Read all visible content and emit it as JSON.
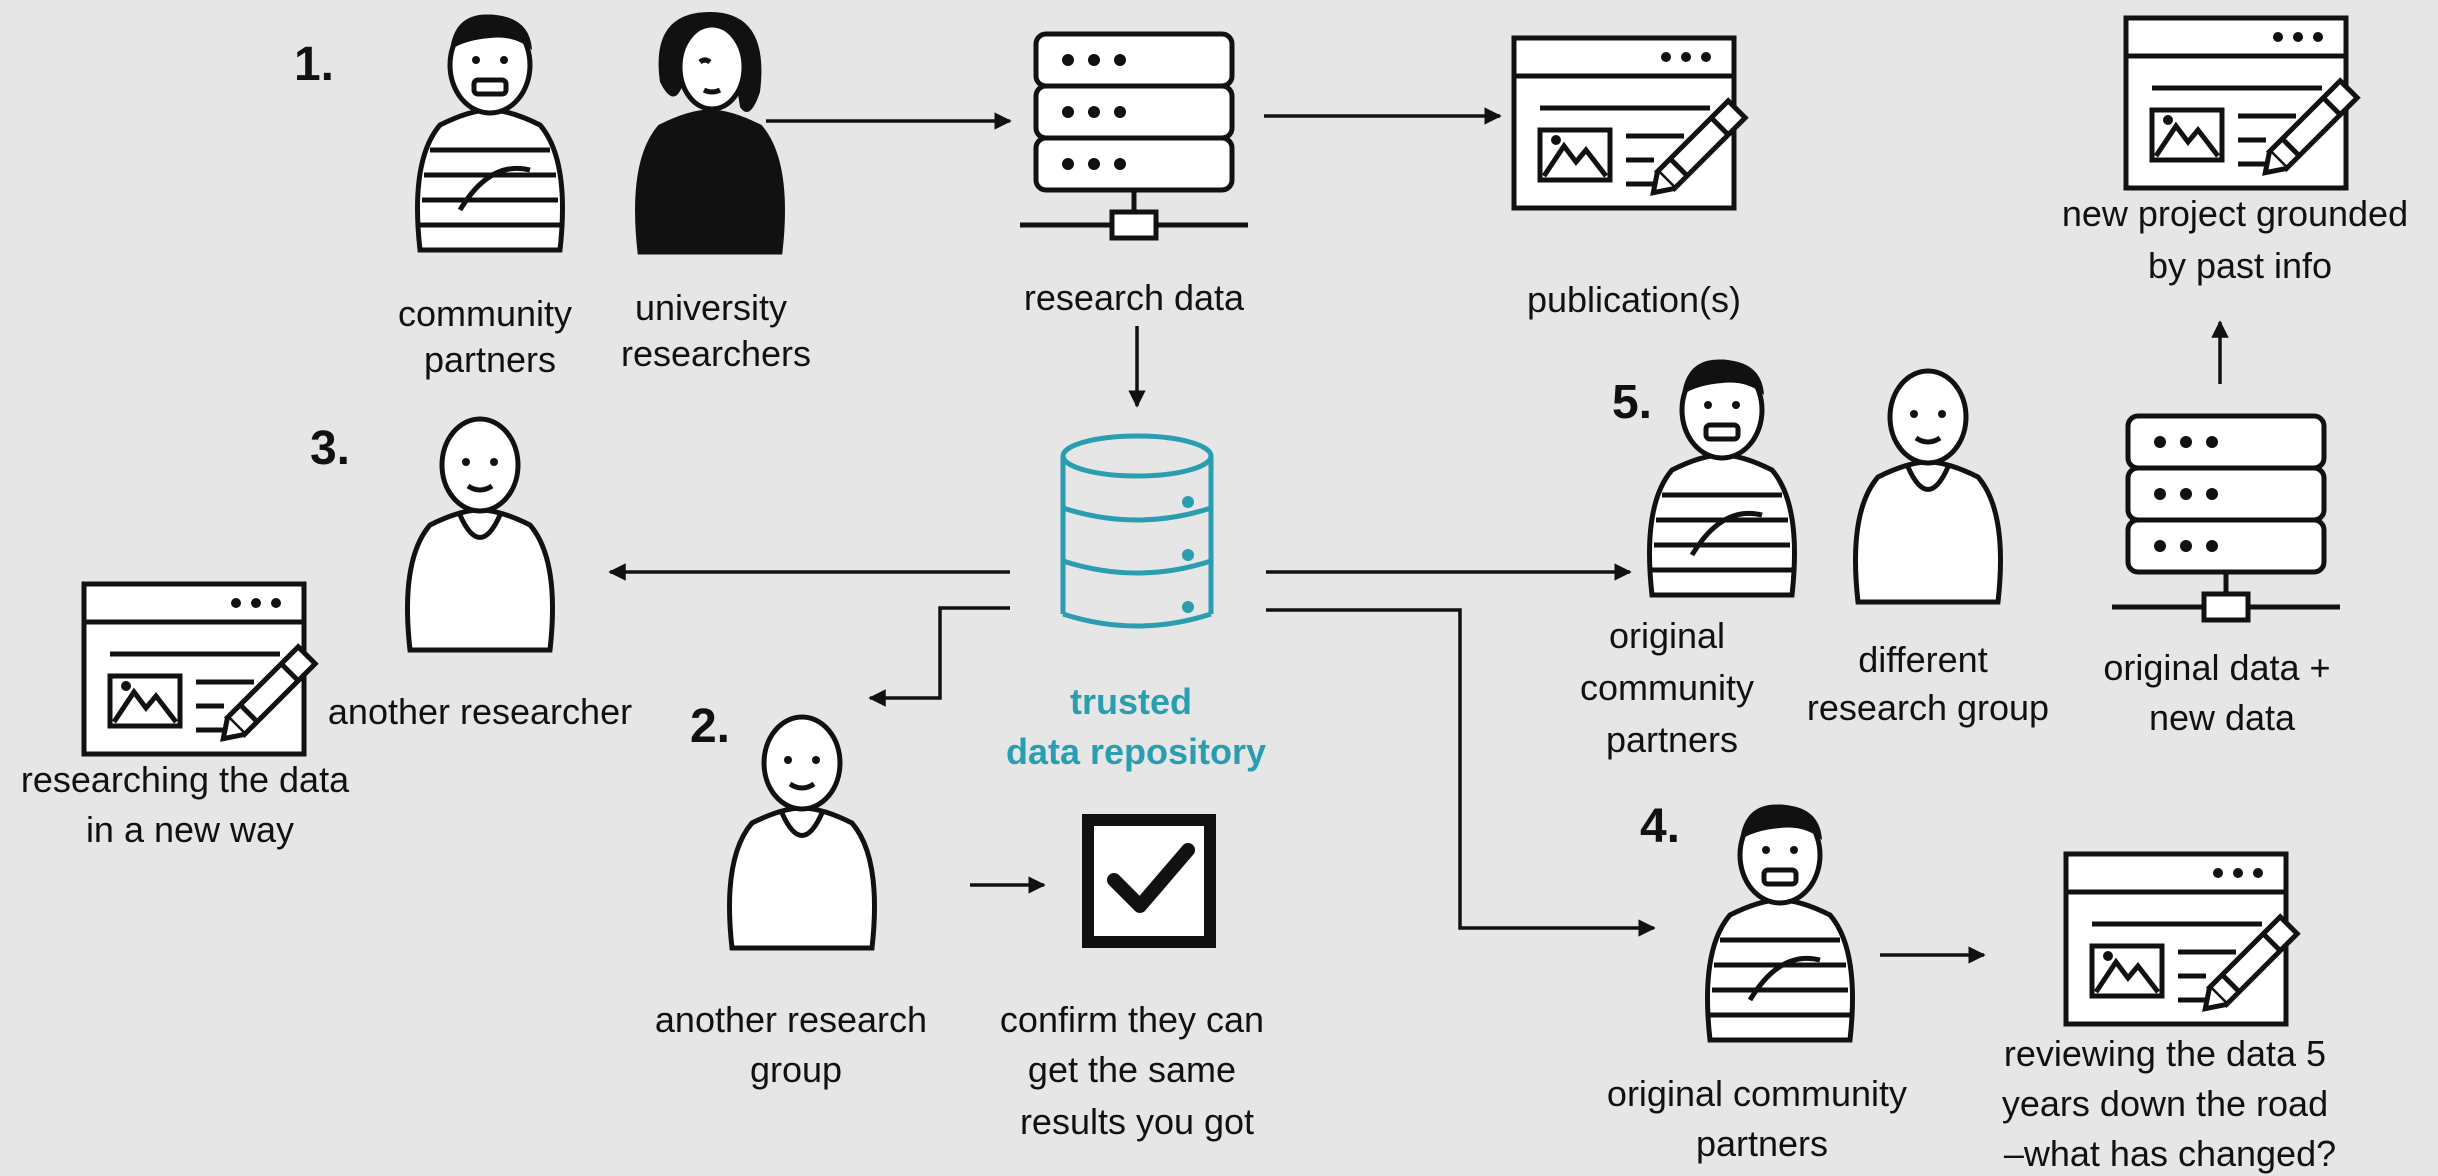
{
  "step_numbers": {
    "step1": "1.",
    "step2": "2.",
    "step3": "3.",
    "step4": "4.",
    "step5": "5."
  },
  "labels": {
    "community_partners": [
      "community",
      "partners"
    ],
    "university_researchers": [
      "university",
      "researchers"
    ],
    "research_data": "research data",
    "publications": "publication(s)",
    "new_project": [
      "new project grounded",
      "by past info"
    ],
    "another_researcher": "another researcher",
    "researching_new_way": [
      "researching the data",
      "in a new way"
    ],
    "trusted_repository": [
      "trusted",
      "data repository"
    ],
    "original_community_partners_5": [
      "original",
      "community",
      "partners"
    ],
    "different_research_group": [
      "different",
      "research group"
    ],
    "original_plus_new_data": [
      "original data +",
      "new data"
    ],
    "another_research_group": [
      "another research",
      "group"
    ],
    "confirm_same_results": [
      "confirm they can",
      "get the same",
      "results you got"
    ],
    "original_community_partners_4": [
      "original community",
      "partners"
    ],
    "reviewing_data": [
      "reviewing the data 5",
      "years down the road",
      "–what has changed?"
    ]
  },
  "icons": {
    "server": "server-icon",
    "database": "database-icon",
    "document": "document-edit-icon",
    "checkbox": "checkbox-icon",
    "person": "person-icon"
  },
  "colors": {
    "background": "#e6e6e6",
    "accent": "#2a9db0",
    "ink": "#111111"
  }
}
